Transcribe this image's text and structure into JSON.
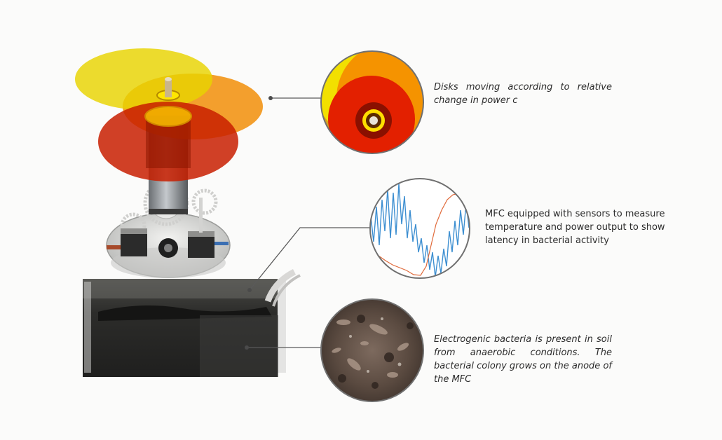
{
  "captions": {
    "disks": "Disks moving according to relative change in power c",
    "sensors": "MFC equipped with sensors to measure temperature and power output to show latency in bacterial activity",
    "bacteria": "Electrogenic bacteria is present in soil from anaerobic conditions. The bacterial colony grows on the anode of the MFC"
  },
  "colors": {
    "background": "#fbfbfa",
    "callout_line": "#5a5a5a",
    "callout_dot": "#4a4a4a",
    "disk_yellow": "#e8d300",
    "disk_orange": "#f08a00",
    "disk_red": "#c81e00",
    "signal_blue": "#3d8fd1",
    "signal_orange": "#e06a3a"
  },
  "icons": {
    "device": "spinning-disk-sculpture-illustration",
    "soil_box": "soil-filled-mfc-tank-illustration",
    "disk_detail": "disk-closeup-circle",
    "graph_detail": "sensor-signal-graph-circle",
    "soil_detail": "soil-closeup-circle"
  }
}
